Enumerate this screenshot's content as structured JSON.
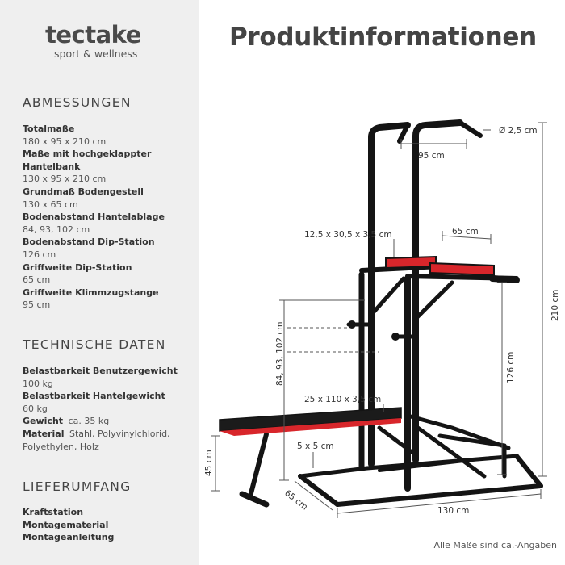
{
  "brand": {
    "name": "tectake",
    "tagline": "sport & wellness"
  },
  "page_title": "Produktinformationen",
  "sections": {
    "dimensions": {
      "title": "ABMESSUNGEN",
      "items": [
        {
          "label": "Totalmaße",
          "value": "180 x 95 x 210 cm"
        },
        {
          "label": "Maße mit hochgeklappter Hantelbank",
          "value": "130 x 95 x 210 cm"
        },
        {
          "label": "Grundmaß Bodengestell",
          "value": "130 x 65 cm"
        },
        {
          "label": "Bodenabstand Hantelablage",
          "value": "84, 93, 102 cm"
        },
        {
          "label": "Bodenabstand Dip-Station",
          "value": "126 cm"
        },
        {
          "label": "Griffweite Dip-Station",
          "value": "65 cm"
        },
        {
          "label": "Griffweite Klimmzugstange",
          "value": "95 cm"
        }
      ]
    },
    "technical": {
      "title": "TECHNISCHE DATEN",
      "items": [
        {
          "label": "Belastbarkeit Benutzergewicht",
          "value": "100 kg"
        },
        {
          "label": "Belastbarkeit Hantelgewicht",
          "value": "60 kg"
        },
        {
          "label": "Gewicht",
          "value": "ca. 35 kg"
        },
        {
          "label": "Material",
          "value": "Stahl, Polyvinylchlorid, Polyethylen, Holz"
        }
      ]
    },
    "delivery": {
      "title": "LIEFERUMFANG",
      "items": [
        "Kraftstation",
        "Montagematerial",
        "Montageanleitung"
      ]
    }
  },
  "diagram_labels": {
    "bar_diameter": "Ø 2,5 cm",
    "pullup_width": "95 cm",
    "dip_pad_size": "12,5 x 30,5 x 3,5 cm",
    "dip_width": "65 cm",
    "total_height": "210 cm",
    "barbell_rest_heights": "84, 93, 102 cm",
    "dip_height": "126 cm",
    "bench_size": "25 x 110 x 3,5 cm",
    "tube_profile": "5 x 5 cm",
    "bench_height": "45 cm",
    "base_depth": "65 cm",
    "base_width": "130 cm"
  },
  "footnote": "Alle Maße sind ca.-Angaben",
  "colors": {
    "frame": "#141414",
    "pad": "#d8262b",
    "dimension_line": "#555555",
    "sidebar": "#efefef"
  }
}
